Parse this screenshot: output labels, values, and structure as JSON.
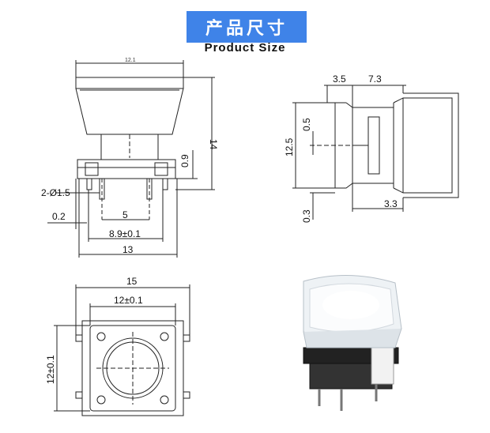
{
  "header": {
    "title_cn": "产品尺寸",
    "title_en": "Product Size"
  },
  "colors": {
    "banner": "#3f83e8",
    "line": "#222222"
  },
  "front_view": {
    "cap_width": "12.1",
    "height": "14",
    "base_offset": "0.9",
    "pin_hole": "2-Ø1.5",
    "pin_gap": "0.2",
    "pin_pitch": "5",
    "pin_span": "8.9±0.1",
    "base_width": "13"
  },
  "side_view": {
    "top_left": "3.5",
    "top_right": "7.3",
    "pin_thickness": "0.5",
    "total_height": "12.5",
    "bottom_offset": "0.3",
    "cap_offset": "3.3"
  },
  "top_view": {
    "outer_width": "15",
    "inner_width": "12±0.1",
    "inner_height": "12±0.1"
  }
}
